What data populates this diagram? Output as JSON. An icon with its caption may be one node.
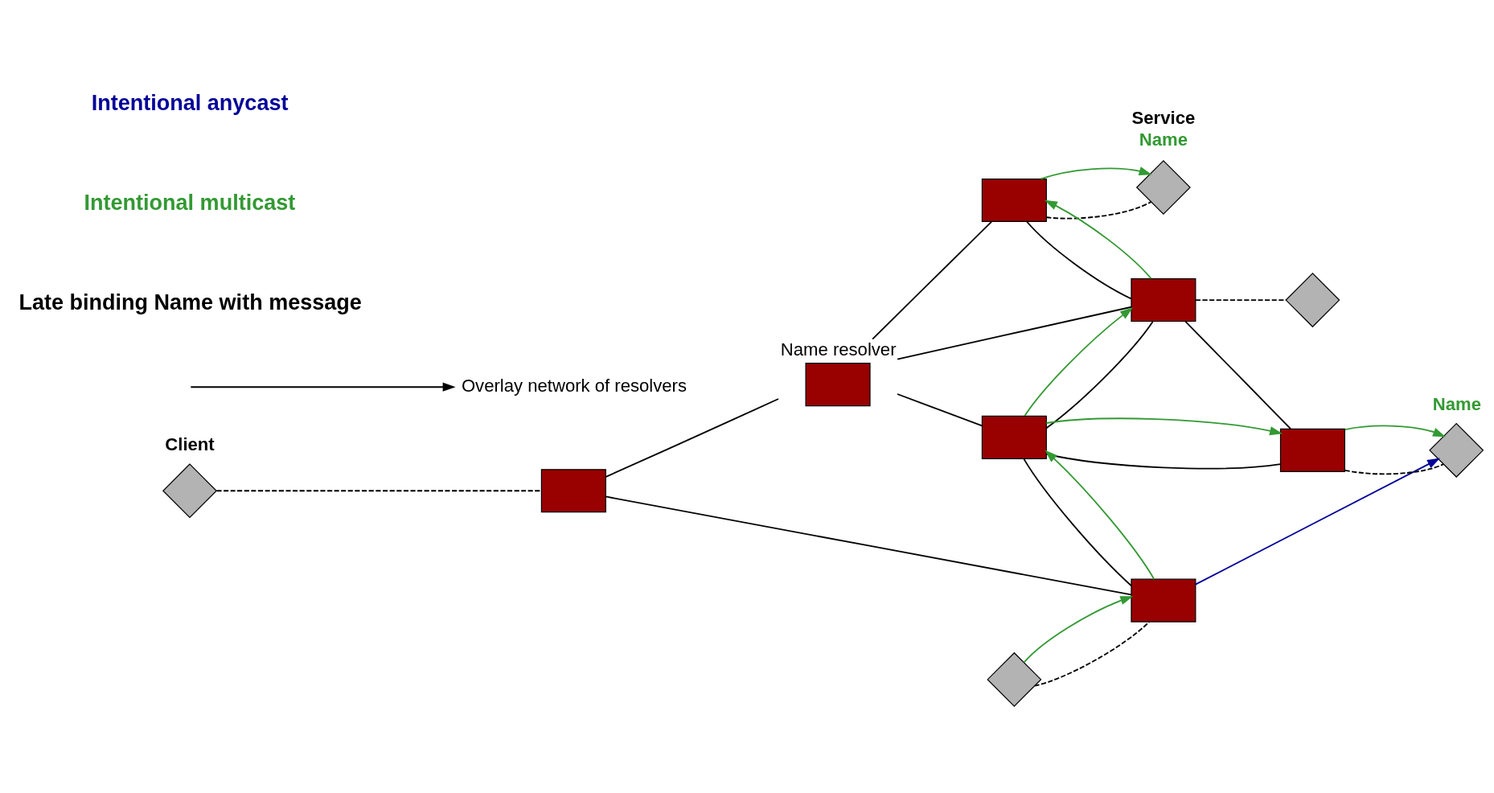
{
  "diagram": {
    "nodes": [
      {
        "text": [
          "Client"
        ]
      },
      {
        "text": [
          "Service"
        ],
        "beside": [
          "Name"
        ]
      },
      {
        "text": [
          "Name resolver"
        ]
      },
      {
        "text": [],
        "shape": "box"
      },
      {
        "text": [],
        "shape": "box"
      },
      {
        "text": [],
        "shape": "box"
      },
      {
        "text": [],
        "shape": "box"
      },
      {
        "text": [],
        "shape": "box"
      },
      {
        "text": [],
        "shape": "diamond"
      },
      {
        "text": [],
        "shape": "box"
      },
      {
        "text": [],
        "shape": "diamond"
      },
      {
        "text": [
          "Overlay network of resolvers"
        ]
      },
      {
        "text": [],
        "shape": "diamond",
        "beside": [
          "Name"
        ]
      }
    ],
    "edges": [
      {
        "from": 4,
        "to": 2,
        "arrow": "none"
      },
      {
        "from": 4,
        "to": 7,
        "arrow": "none"
      },
      {
        "from": 2,
        "to": 3,
        "arrow": "none"
      },
      {
        "from": 2,
        "to": 5,
        "arrow": "none"
      },
      {
        "from": 2,
        "to": 6,
        "arrow": "none"
      },
      {
        "from": 3,
        "to": 6,
        "arrow": "none"
      },
      {
        "from": 5,
        "to": 6,
        "arrow": "none"
      },
      {
        "from": 5,
        "to": 7,
        "arrow": "none"
      },
      {
        "from": 5,
        "to": 9,
        "arrow": "none"
      },
      {
        "from": 6,
        "to": 9,
        "arrow": "none"
      },
      {
        "from": 0,
        "to": 4,
        "arrow": "none",
        "style": "dashed"
      },
      {
        "from": 3,
        "to": 1,
        "arrow": "none",
        "style": "dashed"
      },
      {
        "from": 10,
        "to": 7,
        "arrow": "none",
        "style": "dashed"
      },
      {
        "from": 6,
        "to": 8,
        "arrow": "none",
        "style": "dashed"
      },
      {
        "from": 9,
        "to": 12,
        "arrow": "none",
        "style": "dashed"
      },
      {
        "from": 10,
        "to": 7,
        "arrow": "to",
        "color": "#339933"
      },
      {
        "from": 7,
        "to": 5,
        "arrow": "to",
        "color": "#339933"
      },
      {
        "from": 5,
        "to": 6,
        "arrow": "to",
        "color": "#339933"
      },
      {
        "from": 6,
        "to": 3,
        "arrow": "to",
        "color": "#339933"
      },
      {
        "from": 3,
        "to": 1,
        "arrow": "to",
        "color": "#339933"
      },
      {
        "from": 5,
        "to": 9,
        "arrow": "to",
        "color": "#339933"
      },
      {
        "from": 9,
        "to": 12,
        "arrow": "to",
        "color": "#339933"
      },
      {
        "from": 7,
        "to": 12,
        "arrow": "to",
        "color": "#000099"
      },
      {
        "from": null,
        "to": 11,
        "arrow": "to"
      }
    ],
    "labels": [
      "Late binding Name with message",
      "Intentional multicast",
      "Intentional anycast"
    ]
  }
}
